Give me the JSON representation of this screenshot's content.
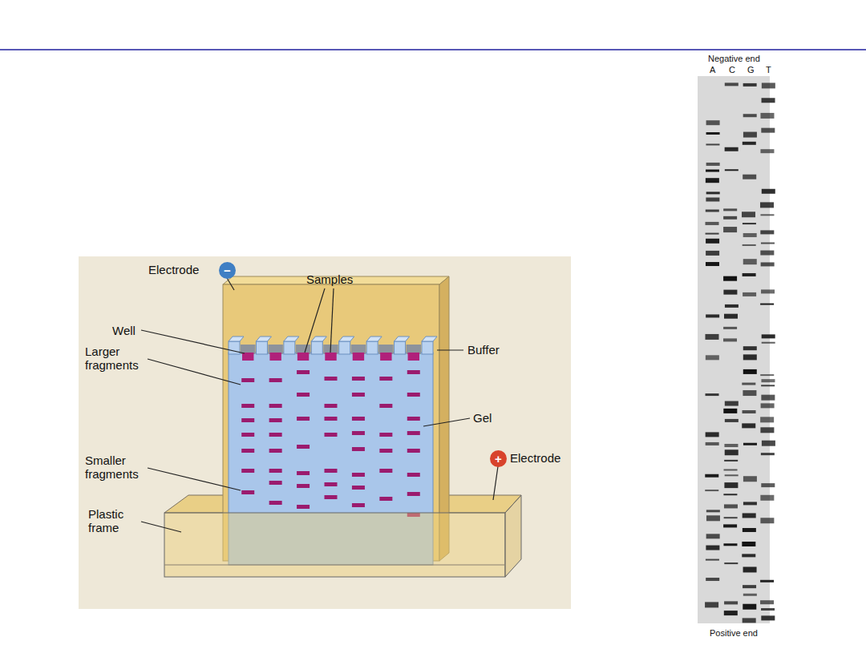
{
  "diagram": {
    "nodes": [
      {
        "text": [
          "−"
        ]
      },
      {
        "text": [
          "+"
        ]
      }
    ],
    "labels": [
      "Electrode",
      "Samples",
      "Well",
      "Larger fragments",
      "Buffer",
      "Gel",
      "Smaller fragments",
      "Electrode",
      "Plastic frame",
      "Negative end",
      "A",
      "C",
      "G",
      "T",
      "Positive end"
    ]
  }
}
